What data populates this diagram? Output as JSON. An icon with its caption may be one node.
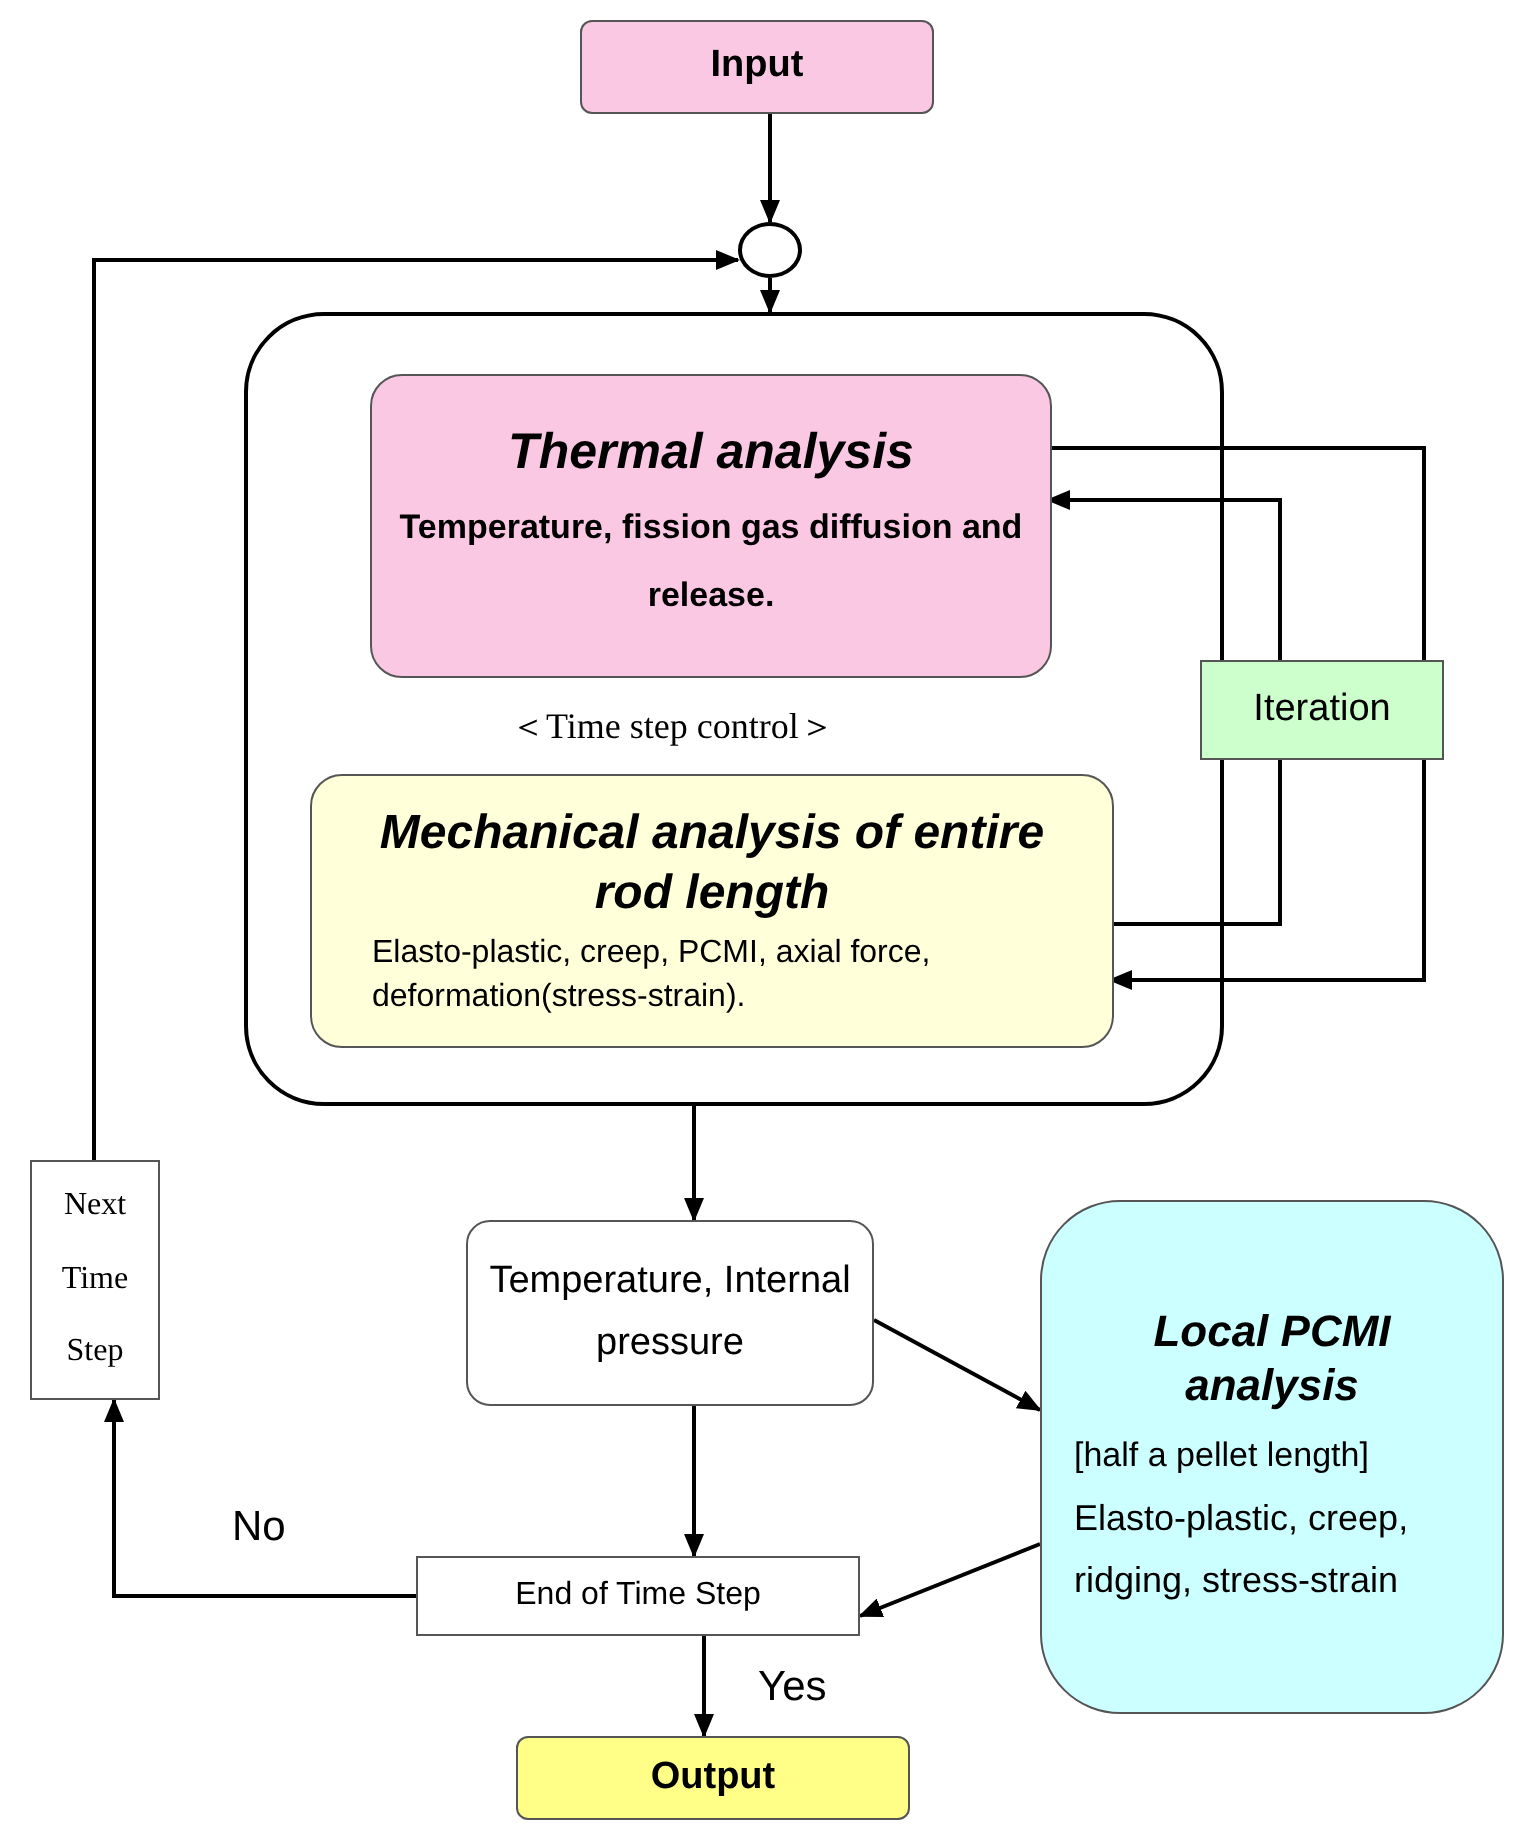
{
  "diagram": {
    "nodes": [
      {
        "text": [
          "Input"
        ]
      },
      {
        "text": [],
        "shape": "circle"
      },
      {
        "text": [],
        "shape": "box"
      },
      {
        "text": [
          "Thermal analysis",
          "Temperature, fission gas diffusion and release."
        ],
        "in": 2
      },
      {
        "text": [
          "Mechanical analysis of entire rod length",
          "Elasto-plastic, creep, PCMI, axial force, deformation(stress-strain)."
        ],
        "in": 2
      },
      {
        "text": [
          "Iteration"
        ]
      },
      {
        "text": [
          "Temperature, Internal pressure"
        ]
      },
      {
        "text": [
          "Local PCMI analysis",
          "[half a pellet length]",
          "Elasto-plastic, creep, ridging, stress-strain"
        ]
      },
      {
        "text": [
          "End of Time Step"
        ]
      },
      {
        "text": [
          "Output"
        ]
      },
      {
        "text": [
          "Next Time Step"
        ]
      }
    ],
    "edges": [
      {
        "from": 0,
        "to": 1,
        "arrow": "to"
      },
      {
        "from": 1,
        "to": 2,
        "arrow": "to"
      },
      {
        "from": 2,
        "to": 6,
        "arrow": "to"
      },
      {
        "from": 6,
        "to": 7,
        "arrow": "to"
      },
      {
        "from": 6,
        "to": 8,
        "arrow": "to"
      },
      {
        "from": 7,
        "to": 8,
        "arrow": "to"
      },
      {
        "from": 8,
        "to": 9,
        "arrow": "to",
        "label": "Yes"
      },
      {
        "from": 8,
        "to": 10,
        "arrow": "to",
        "label": "No"
      },
      {
        "from": 10,
        "to": 1,
        "arrow": "to"
      },
      {
        "from": 3,
        "to": 5,
        "arrow": "none"
      },
      {
        "from": 5,
        "to": 4,
        "arrow": "to"
      },
      {
        "from": 4,
        "to": 5,
        "arrow": "none"
      },
      {
        "from": 5,
        "to": 3,
        "arrow": "to"
      }
    ],
    "labels": [
      "＜Time step control＞"
    ]
  }
}
